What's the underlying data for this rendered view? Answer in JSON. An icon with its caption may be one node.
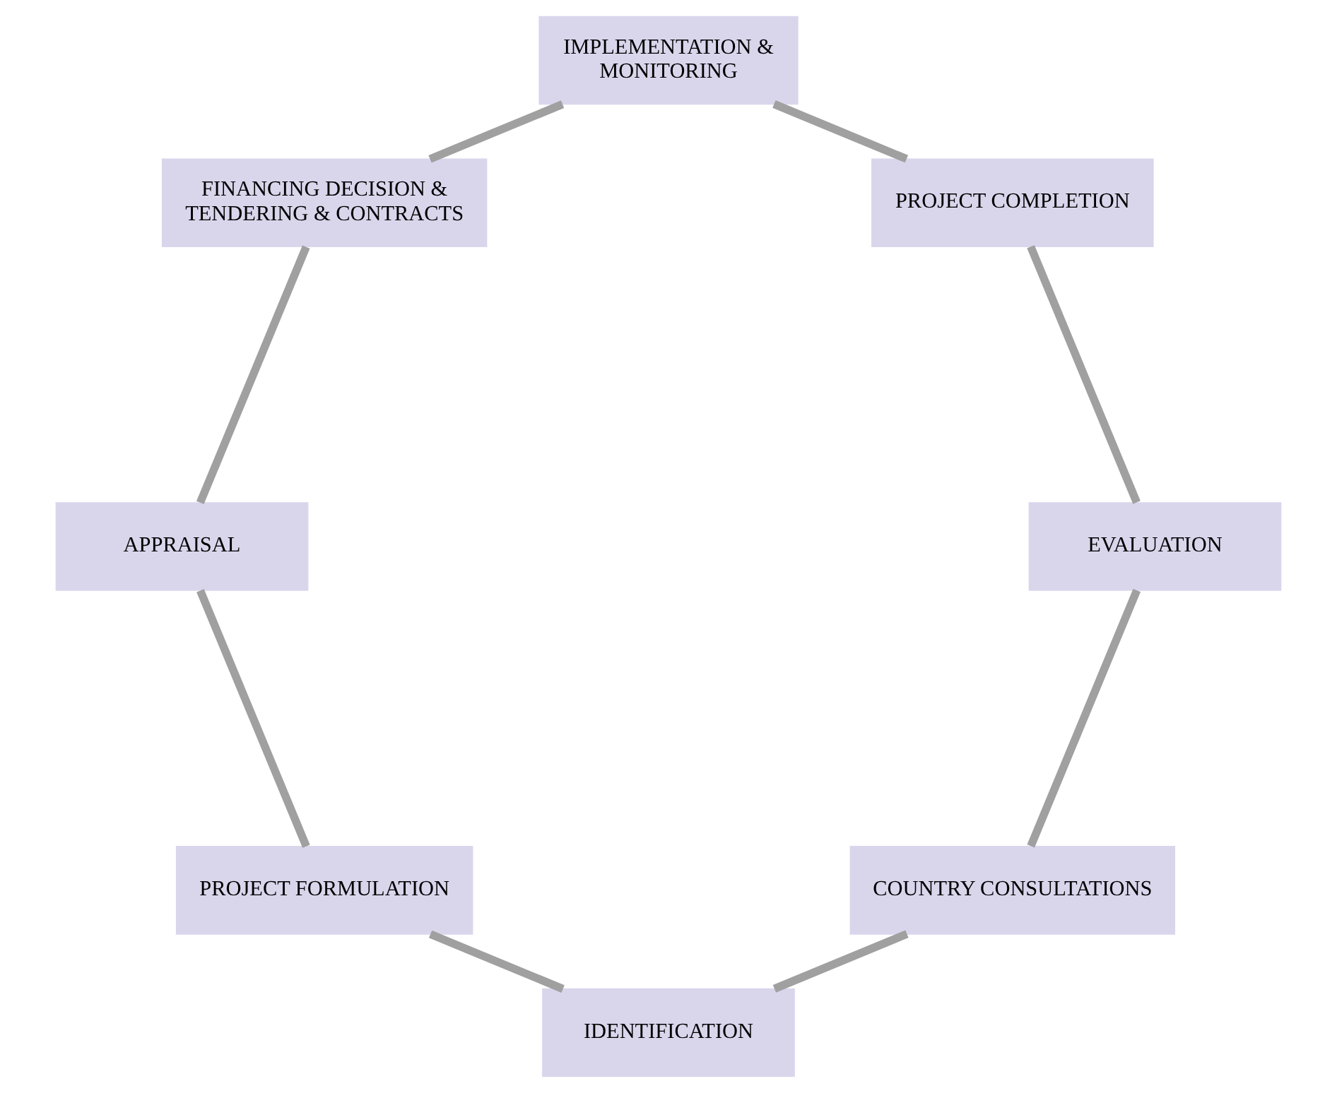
{
  "diagram": {
    "nodes": [
      {
        "text": [
          "COUNTRY CONSULTATIONS"
        ]
      },
      {
        "text": [
          "IDENTIFICATION"
        ]
      },
      {
        "text": [
          "PROJECT FORMULATION"
        ]
      },
      {
        "text": [
          "APPRAISAL"
        ]
      },
      {
        "text": [
          "FINANCING DECISION & TENDERING & CONTRACTS"
        ]
      },
      {
        "text": [
          "IMPLEMENTATION & MONITORING"
        ]
      },
      {
        "text": [
          "PROJECT COMPLETION"
        ]
      },
      {
        "text": [
          "EVALUATION"
        ]
      }
    ],
    "edges": [
      {
        "from": 0,
        "to": 1,
        "arrow": "none"
      },
      {
        "from": 1,
        "to": 2,
        "arrow": "none"
      },
      {
        "from": 2,
        "to": 3,
        "arrow": "none"
      },
      {
        "from": 3,
        "to": 4,
        "arrow": "none"
      },
      {
        "from": 4,
        "to": 5,
        "arrow": "none"
      },
      {
        "from": 5,
        "to": 6,
        "arrow": "none"
      },
      {
        "from": 6,
        "to": 7,
        "arrow": "none"
      },
      {
        "from": 7,
        "to": 0,
        "arrow": "none"
      }
    ]
  }
}
